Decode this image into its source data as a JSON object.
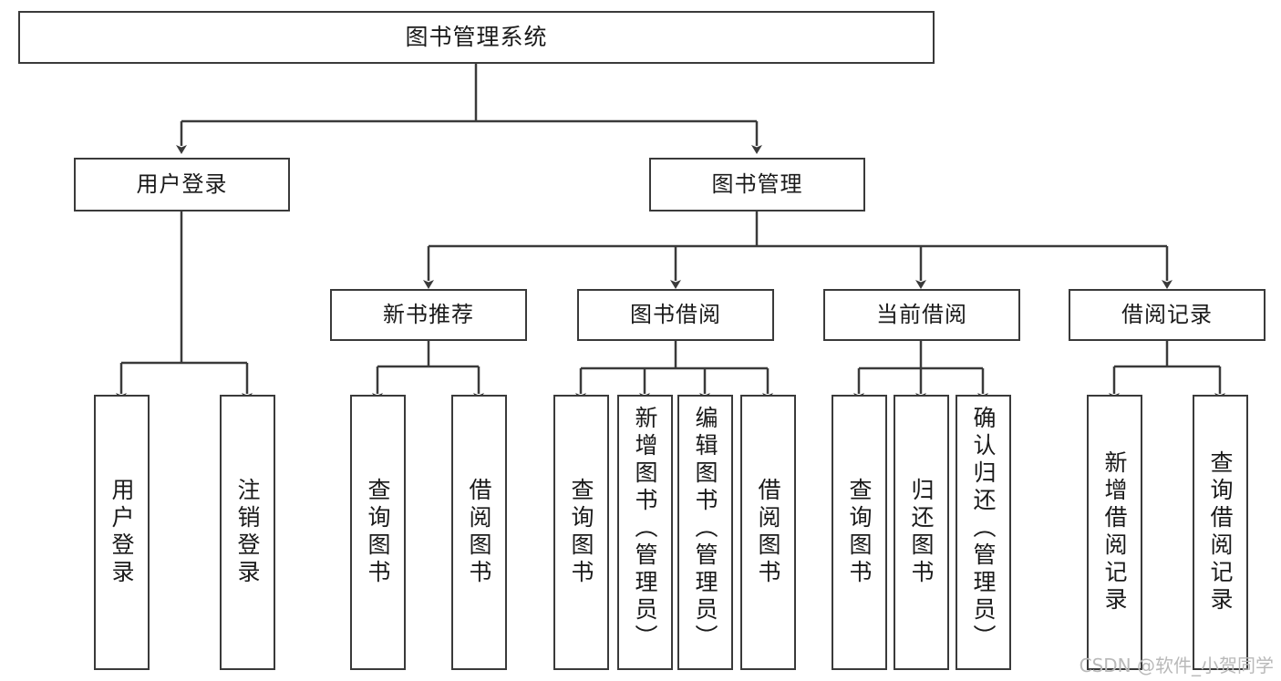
{
  "diagram": {
    "type": "tree",
    "title": "图书管理系统",
    "root": {
      "label": "图书管理系统"
    },
    "tier2": [
      {
        "label": "用户登录"
      },
      {
        "label": "图书管理"
      }
    ],
    "tier3": [
      {
        "label": "新书推荐"
      },
      {
        "label": "图书借阅"
      },
      {
        "label": "当前借阅"
      },
      {
        "label": "借阅记录"
      }
    ],
    "leaves": {
      "user_login": [
        {
          "label": "用户登录"
        },
        {
          "label": "注销登录"
        }
      ],
      "new_book_recommend": [
        {
          "label": "查询图书"
        },
        {
          "label": "借阅图书"
        }
      ],
      "book_borrow": [
        {
          "label": "查询图书"
        },
        {
          "label": "新增图书（管理员）"
        },
        {
          "label": "编辑图书（管理员）"
        },
        {
          "label": "借阅图书"
        }
      ],
      "current_borrow": [
        {
          "label": "查询图书"
        },
        {
          "label": "归还图书"
        },
        {
          "label": "确认归还（管理员）"
        }
      ],
      "borrow_record": [
        {
          "label": "新增借阅记录"
        },
        {
          "label": "查询借阅记录"
        }
      ]
    }
  },
  "watermark": {
    "text": "CSDN @软件_小贺同学"
  },
  "colors": {
    "border": "#3a3a3a",
    "text": "#1a1a1a",
    "background": "#ffffff",
    "watermark": "#b9b9b9"
  }
}
